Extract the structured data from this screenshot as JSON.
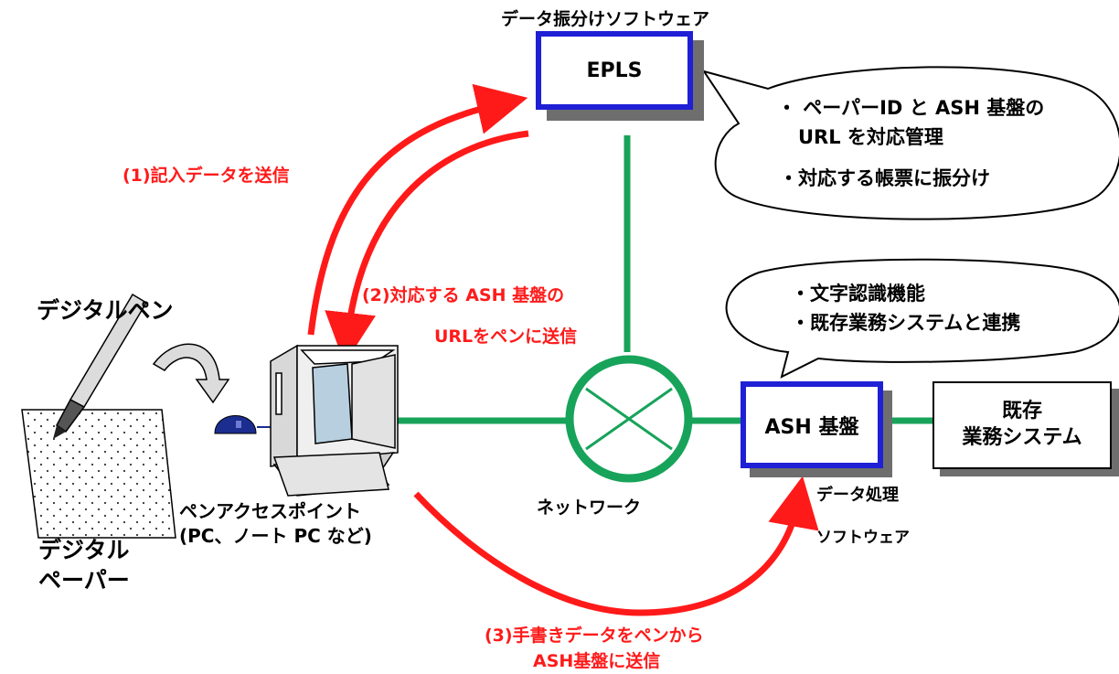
{
  "top_label": "データ振分けソフトウェア",
  "epls": {
    "label": "EPLS"
  },
  "bubble1": {
    "line1": "・ ペーパーID と ASH 基盤の",
    "line2": "URL を対応管理",
    "line3": "・対応する帳票に振分け"
  },
  "bubble2": {
    "line1": "・文字認識機能",
    "line2": "・既存業務システムと連携"
  },
  "step1": "(1)記入データを送信",
  "step2": {
    "line1": "(2)対応する ASH 基盤の",
    "line2": "URLをペンに送信"
  },
  "step3": {
    "line1": "(3)手書きデータをペンから",
    "line2": "ASH基盤に送信"
  },
  "digital_pen": "デジタルペン",
  "digital_paper": {
    "line1": "デジタル",
    "line2": "ペーパー"
  },
  "access_point": {
    "line1": "ペンアクセスポイント",
    "line2": "(PC、ノート PC など)"
  },
  "network": "ネットワーク",
  "ash": {
    "label": "ASH 基盤"
  },
  "existing": {
    "line1": "既存",
    "line2": "業務システム"
  },
  "data_processing": {
    "line1": "データ処理",
    "line2": "ソフトウェア"
  },
  "colors": {
    "arrow": "#ff1a1a",
    "line": "#17a35a",
    "box_border": "#1f1fd6"
  }
}
